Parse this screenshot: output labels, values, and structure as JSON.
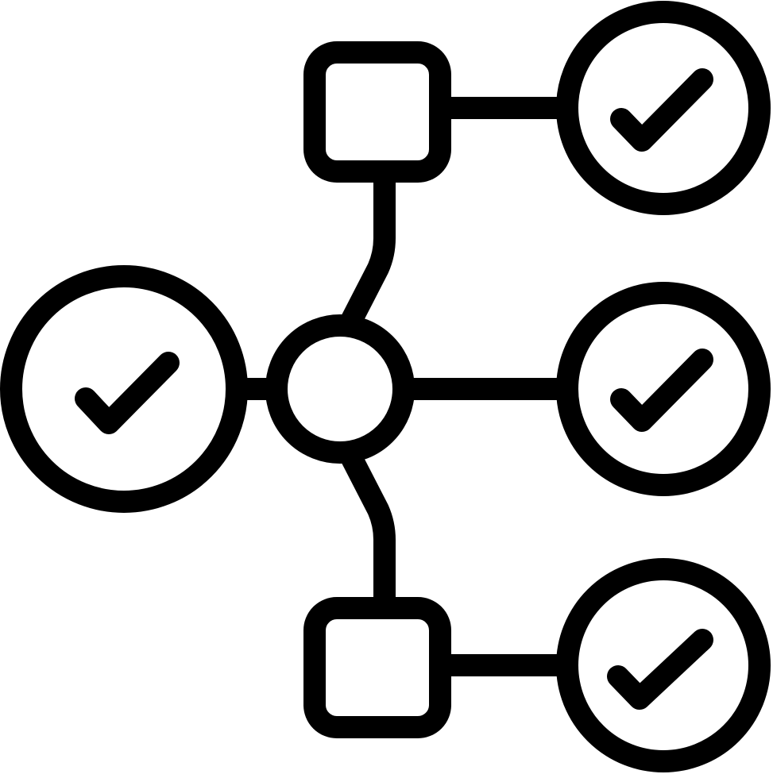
{
  "icon": {
    "name": "workflow-checklist-icon",
    "stroke_color": "#000000",
    "background_color": "#ffffff",
    "nodes": [
      {
        "kind": "hub-circle",
        "icon": "circle"
      },
      {
        "kind": "check-circle",
        "icon": "check-circle-icon",
        "position": "left"
      },
      {
        "kind": "check-circle",
        "icon": "check-circle-icon",
        "position": "top-right"
      },
      {
        "kind": "check-circle",
        "icon": "check-circle-icon",
        "position": "middle-right"
      },
      {
        "kind": "check-circle",
        "icon": "check-circle-icon",
        "position": "bottom-right"
      },
      {
        "kind": "square-node",
        "icon": "square-icon",
        "position": "top"
      },
      {
        "kind": "square-node",
        "icon": "square-icon",
        "position": "bottom"
      }
    ]
  }
}
